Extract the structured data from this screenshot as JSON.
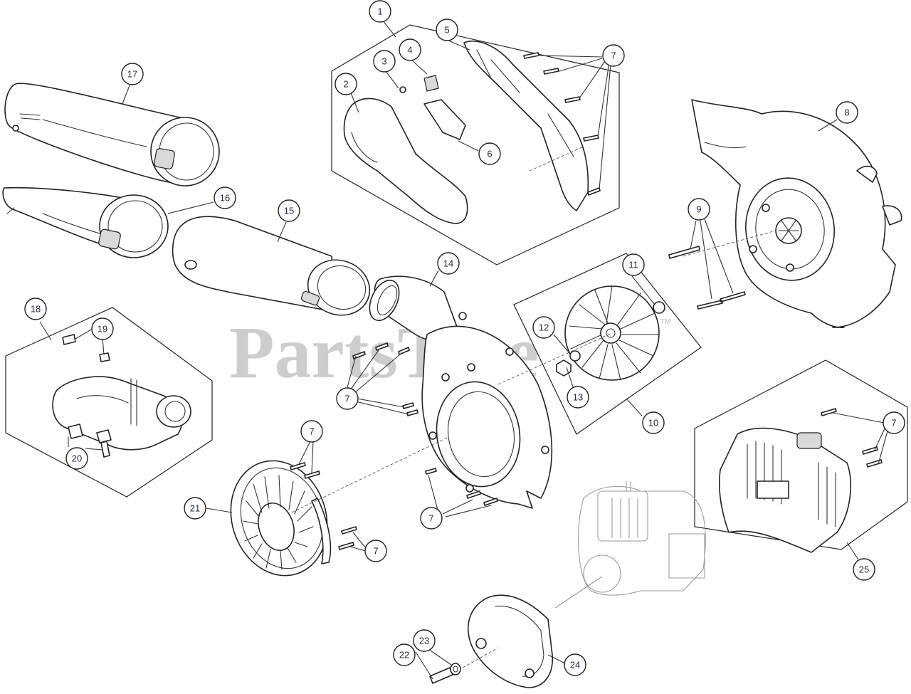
{
  "watermark": {
    "text": "PartsTree",
    "trademark": "TM"
  },
  "callouts": [
    {
      "id": "1",
      "label": "1"
    },
    {
      "id": "2",
      "label": "2"
    },
    {
      "id": "3",
      "label": "3"
    },
    {
      "id": "4",
      "label": "4"
    },
    {
      "id": "5",
      "label": "5"
    },
    {
      "id": "6",
      "label": "6"
    },
    {
      "id": "7a",
      "label": "7"
    },
    {
      "id": "8",
      "label": "8"
    },
    {
      "id": "9",
      "label": "9"
    },
    {
      "id": "10",
      "label": "10"
    },
    {
      "id": "11",
      "label": "11"
    },
    {
      "id": "12",
      "label": "12"
    },
    {
      "id": "13",
      "label": "13"
    },
    {
      "id": "14",
      "label": "14"
    },
    {
      "id": "15",
      "label": "15"
    },
    {
      "id": "16",
      "label": "16"
    },
    {
      "id": "17",
      "label": "17"
    },
    {
      "id": "18",
      "label": "18"
    },
    {
      "id": "19",
      "label": "19"
    },
    {
      "id": "20",
      "label": "20"
    },
    {
      "id": "21",
      "label": "21"
    },
    {
      "id": "7b",
      "label": "7"
    },
    {
      "id": "7c",
      "label": "7"
    },
    {
      "id": "7d",
      "label": "7"
    },
    {
      "id": "7e",
      "label": "7"
    },
    {
      "id": "7f",
      "label": "7"
    },
    {
      "id": "22",
      "label": "22"
    },
    {
      "id": "23",
      "label": "23"
    },
    {
      "id": "24",
      "label": "24"
    },
    {
      "id": "25",
      "label": "25"
    }
  ]
}
